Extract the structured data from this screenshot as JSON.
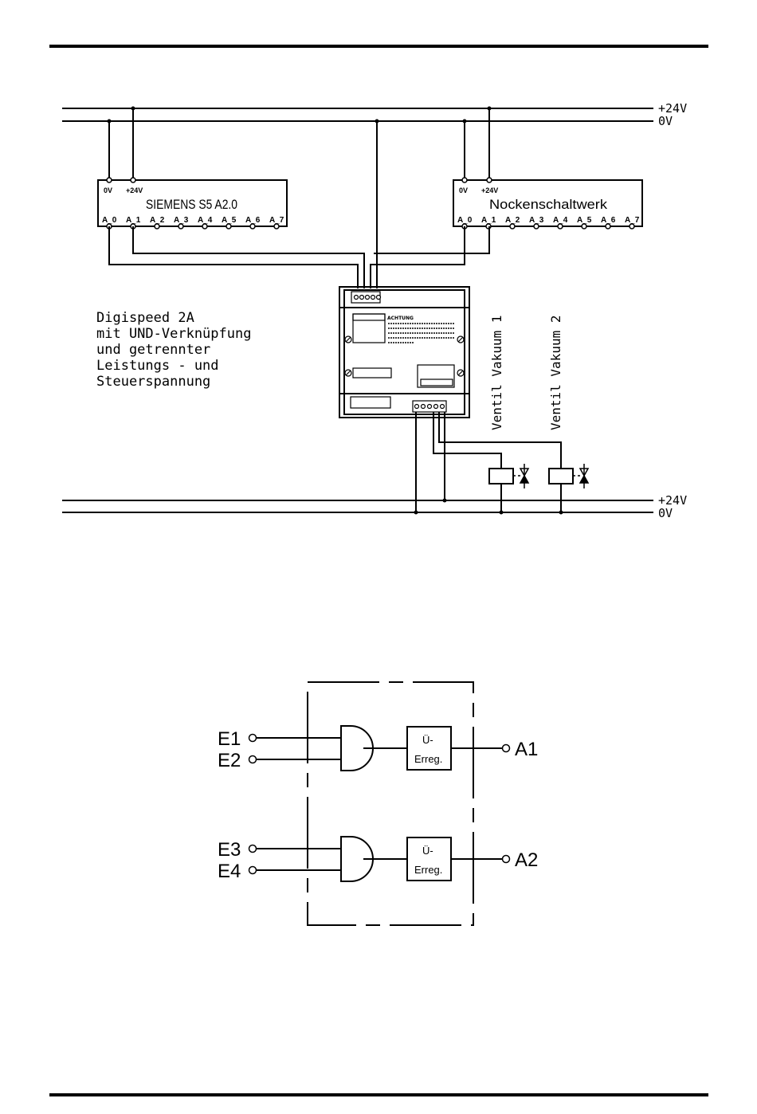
{
  "rails": {
    "top_plus": "+24V",
    "top_zero": "0V",
    "bottom_plus": "+24V",
    "bottom_zero": "0V"
  },
  "plc": {
    "name": "SIEMENS  S5  A2.0",
    "pin_0v": "0V",
    "pin_24v": "+24V",
    "outputs": [
      "A_0",
      "A_1",
      "A_2",
      "A_3",
      "A_4",
      "A_5",
      "A_6",
      "A_7"
    ]
  },
  "cam": {
    "name": "Nockenschaltwerk",
    "pin_0v": "0V",
    "pin_24v": "+24V",
    "outputs": [
      "A_0",
      "A_1",
      "A_2",
      "A_3",
      "A_4",
      "A_5",
      "A_6",
      "A_7"
    ]
  },
  "module": {
    "warning": "ACHTUNG"
  },
  "description": [
    "Digispeed 2A",
    "mit UND-Verknüpfung",
    "und getrennter",
    "Leistungs - und",
    "Steuerspannung"
  ],
  "valves": [
    "Ventil  Vakuum  1",
    "Ventil  Vakuum  2"
  ],
  "logic": {
    "inputs": [
      "E1",
      "E2",
      "E3",
      "E4"
    ],
    "outputs": [
      "A1",
      "A2"
    ],
    "block_line1": "Ü-",
    "block_line2": "Erreg."
  },
  "colors": {
    "ink": "#000000",
    "paper": "#ffffff"
  }
}
